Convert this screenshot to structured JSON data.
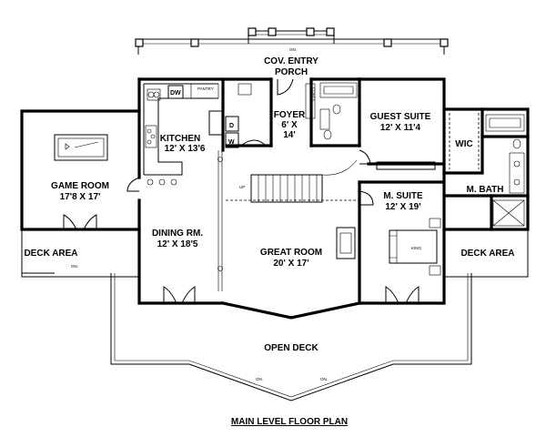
{
  "plan": {
    "title": "MAIN LEVEL FLOOR PLAN",
    "rooms": {
      "cov_entry": {
        "line1": "COV. ENTRY",
        "line2": "PORCH"
      },
      "kitchen": {
        "name": "KITCHEN",
        "dims": "12' X 13'6"
      },
      "foyer": {
        "name": "FOYER",
        "dims1": "6' X",
        "dims2": "14'"
      },
      "guest_suite": {
        "name": "GUEST SUITE",
        "dims": "12' X 11'4"
      },
      "game_room": {
        "name": "GAME ROOM",
        "dims": "17'8 X 17'"
      },
      "wic": {
        "name": "WIC"
      },
      "m_bath": {
        "name": "M. BATH"
      },
      "m_suite": {
        "name": "M. SUITE",
        "dims": "12' X 19'"
      },
      "dining": {
        "name": "DINING RM.",
        "dims": "12' X 18'5"
      },
      "great_room": {
        "name": "GREAT ROOM",
        "dims": "20' X 17'"
      },
      "deck_left": {
        "name": "DECK AREA"
      },
      "deck_right": {
        "name": "DECK AREA"
      },
      "open_deck": {
        "name": "OPEN DECK"
      }
    },
    "fixtures": {
      "dw": "DW",
      "pantry": "PANTRY",
      "d": "D",
      "w": "W",
      "coats": "COATS",
      "up": "UP",
      "king": "KING",
      "on": "ON."
    }
  }
}
